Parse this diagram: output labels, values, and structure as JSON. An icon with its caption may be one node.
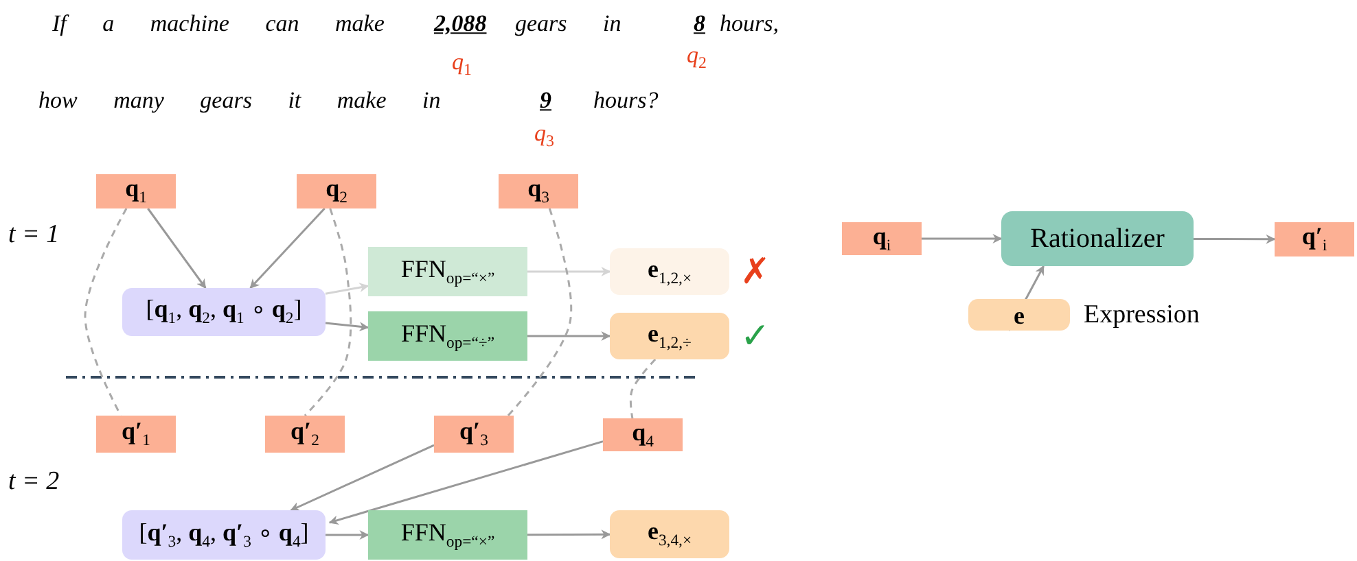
{
  "diagram": {
    "nodes": [
      {
        "text": [
          "**q**$_{1}$"
        ]
      },
      {
        "text": [
          "**q**$_{2}$"
        ]
      },
      {
        "text": [
          "**q**$_{3}$"
        ]
      },
      {
        "text": [
          "[**q**$_{1}$, **q**$_{2}$, **q**$_{1}$ ∘ **q**$_{2}$]"
        ]
      },
      {
        "text": [
          "FFN$_{op=“×”}$"
        ]
      },
      {
        "text": [
          "FFN$_{op=“÷”}$"
        ]
      },
      {
        "text": [
          "**e**$_{1,2,×}$"
        ],
        "beside": [
          "✗"
        ]
      },
      {
        "text": [
          "**e**$_{1,2,÷}$"
        ],
        "beside": [
          "✓"
        ]
      },
      {
        "text": [
          "**q′**$_{1}$"
        ]
      },
      {
        "text": [
          "**q′**$_{2}$"
        ]
      },
      {
        "text": [
          "**q′**$_{3}$"
        ]
      },
      {
        "text": [
          "**q**$_{4}$"
        ]
      },
      {
        "text": [
          "[**q′**$_{3}$, **q**$_{4}$, **q′**$_{3}$ ∘ **q**$_{4}$]"
        ]
      },
      {
        "text": [
          "FFN$_{op=“×”}$"
        ]
      },
      {
        "text": [
          "**e**$_{3,4,×}$"
        ]
      },
      {
        "text": [
          "**q**$_{i}$"
        ]
      },
      {
        "text": [
          "Rationalizer"
        ]
      },
      {
        "text": [
          "**q′**$_{i}$"
        ]
      },
      {
        "text": [
          "**e**"
        ],
        "beside": [
          "Expression"
        ]
      }
    ],
    "edges": [
      {
        "from": 0,
        "to": 3,
        "arrow": "to"
      },
      {
        "from": 1,
        "to": 3,
        "arrow": "to"
      },
      {
        "from": 3,
        "to": 4,
        "arrow": "to",
        "color": "#d4d4d4"
      },
      {
        "from": 3,
        "to": 5,
        "arrow": "to"
      },
      {
        "from": 4,
        "to": 6,
        "arrow": "to",
        "color": "#d4d4d4"
      },
      {
        "from": 5,
        "to": 7,
        "arrow": "to"
      },
      {
        "from": 0,
        "to": 8,
        "arrow": "none",
        "style": "dashed"
      },
      {
        "from": 1,
        "to": 9,
        "arrow": "none",
        "style": "dashed"
      },
      {
        "from": 2,
        "to": 10,
        "arrow": "none",
        "style": "dashed"
      },
      {
        "from": 7,
        "to": 11,
        "arrow": "none",
        "style": "dashed"
      },
      {
        "from": 10,
        "to": 12,
        "arrow": "to"
      },
      {
        "from": 11,
        "to": 12,
        "arrow": "to"
      },
      {
        "from": 12,
        "to": 13,
        "arrow": "to"
      },
      {
        "from": 13,
        "to": 14,
        "arrow": "to"
      },
      {
        "from": 15,
        "to": 16,
        "arrow": "to"
      },
      {
        "from": 16,
        "to": 17,
        "arrow": "to"
      },
      {
        "from": 18,
        "to": 16,
        "arrow": "to"
      }
    ],
    "labels": [
      "If a machine can make",
      "2,088",
      "gears in",
      "8",
      "hours,",
      "q$_{1}$",
      "q$_{2}$",
      "how many gears it make in",
      "9",
      "hours?",
      "q$_{3}$",
      "t = 1",
      "t = 2"
    ]
  }
}
